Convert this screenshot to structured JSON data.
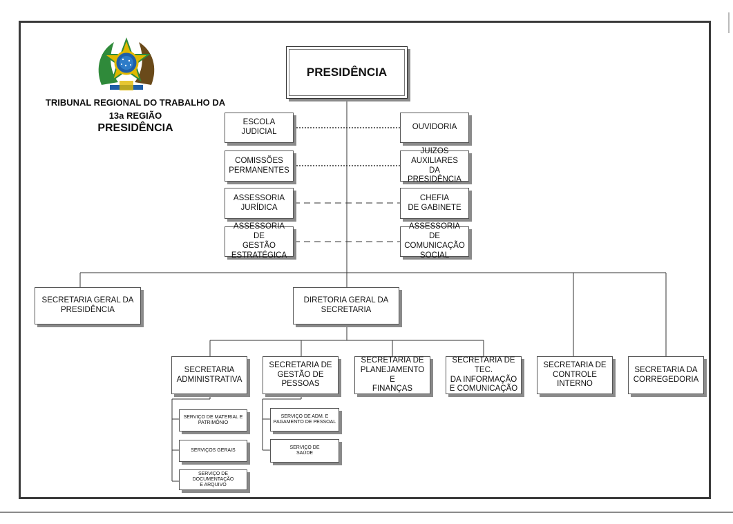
{
  "header": {
    "institution_line1": "TRIBUNAL REGIONAL DO TRABALHO DA",
    "institution_line2": "13a REGIÃO",
    "unit": "PRESIDÊNCIA"
  },
  "nodes": {
    "presidencia": "PRESIDÊNCIA",
    "escola_judicial": "ESCOLA JUDICIAL",
    "ouvidoria": "OUVIDORIA",
    "comissoes": "COMISSÕES\nPERMANENTES",
    "juizos": "JUIZOS AUXILIARES\nDA PRESIDÊNCIA",
    "assessoria_juridica": "ASSESSORIA\nJURÍDICA",
    "chefia": "CHEFIA\nDE GABINETE",
    "assessoria_gestao": "ASSESSORIA DE\nGESTÃO\nESTRATÉGICA",
    "assessoria_comunicacao": "ASSESSORIA DE\nCOMUNICAÇÃO\nSOCIAL",
    "secretaria_geral": "SECRETARIA GERAL DA\nPRESIDÊNCIA",
    "diretoria_geral": "DIRETORIA GERAL DA\nSECRETARIA",
    "sec_administrativa": "SECRETARIA\nADMINISTRATIVA",
    "sec_pessoas": "SECRETARIA DE\nGESTÃO DE PESSOAS",
    "sec_planejamento": "SECRETARIA DE\nPLANEJAMENTO E\nFINANÇAS",
    "sec_ti": "SECRETARIA DE TEC.\nDA INFORMAÇÃO\nE COMUNICAÇÃO",
    "sec_controle": "SECRETARIA DE\nCONTROLE INTERNO",
    "sec_corregedoria": "SECRETARIA DA\nCORREGEDORIA",
    "serv_material": "SERVIÇO DE MATERIAL E\nPATRIMÔNIO",
    "serv_gerais": "SERVIÇOS GERAIS",
    "serv_documentacao": "SERVIÇO DE\nDOCUMENTAÇÃO\nE ARQUIVO",
    "serv_adm_pessoal": "SERVIÇO DE ADM. E\nPAGAMENTO DE PESSOAL",
    "serv_saude": "SERVIÇO DE\nSAÚDE"
  },
  "colors": {
    "frame": "#3a3a3a",
    "box_border": "#555555",
    "shadow": "#8a8a8a",
    "emblem_green": "#2f8a3a",
    "emblem_blue": "#1f5fa8",
    "emblem_gold": "#e0b800"
  },
  "icons": {
    "emblem": "brazil-coat-of-arms-icon"
  }
}
